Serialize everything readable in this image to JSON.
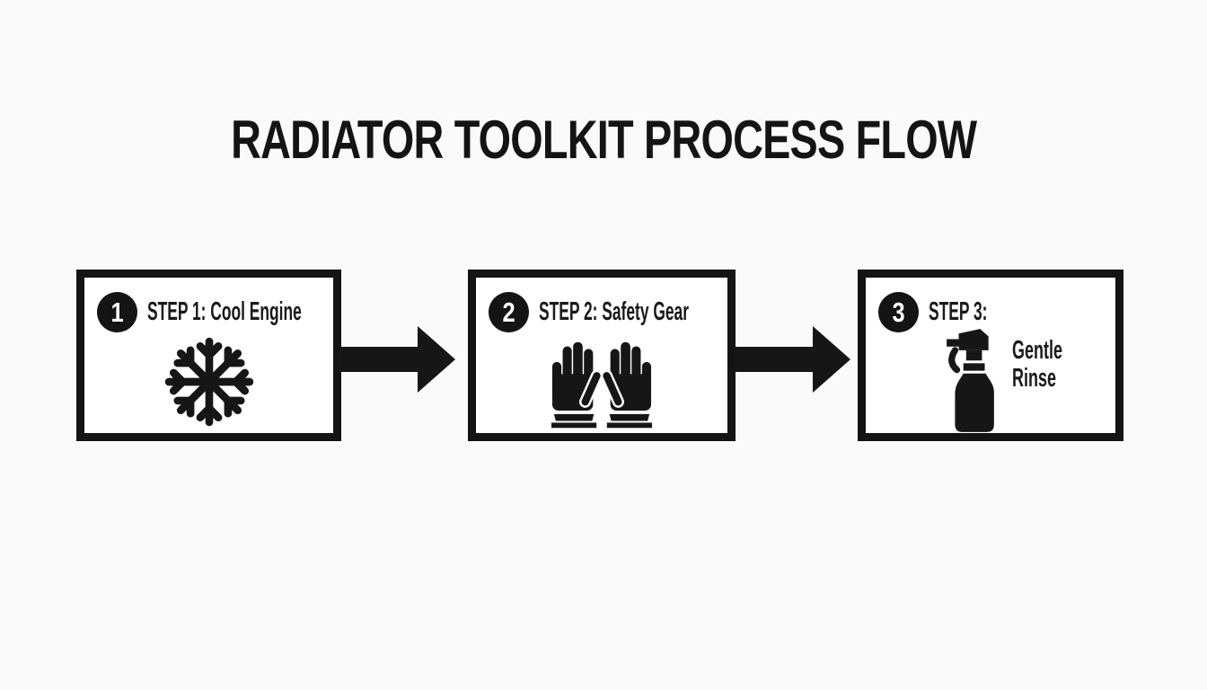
{
  "colors": {
    "background": "#fafafa",
    "surface": "#ffffff",
    "ink": "#141414"
  },
  "title": "RADIATOR TOOLKIT PROCESS FLOW",
  "steps": [
    {
      "number": "1",
      "label": "STEP 1: Cool Engine",
      "icon": "snowflake-icon"
    },
    {
      "number": "2",
      "label": "STEP 2: Safety Gear",
      "icon": "gloves-icon"
    },
    {
      "number": "3",
      "label": "STEP 3:",
      "icon": "spray-bottle-icon",
      "caption": "Gentle\nRinse"
    }
  ],
  "connectors": [
    {
      "icon": "arrow-right-icon"
    },
    {
      "icon": "arrow-right-icon"
    }
  ]
}
